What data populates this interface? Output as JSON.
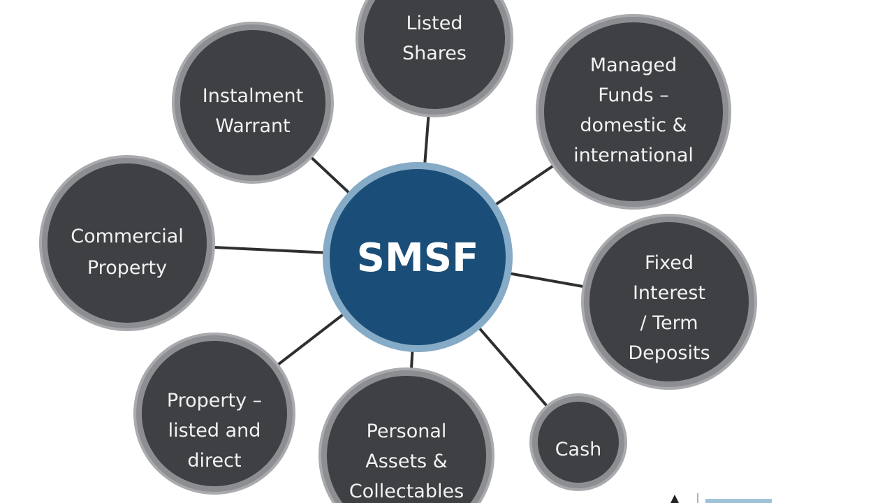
{
  "center": {
    "label": "SMSF"
  },
  "nodes": [
    {
      "id": "listed-shares",
      "lines": [
        "Listed",
        "Shares"
      ]
    },
    {
      "id": "managed-funds",
      "lines": [
        "Managed",
        "Funds –",
        "domestic &",
        "international"
      ]
    },
    {
      "id": "instalment-warrant",
      "lines": [
        "Instalment",
        "Warrant"
      ]
    },
    {
      "id": "commercial-property",
      "lines": [
        "Commercial",
        "Property"
      ]
    },
    {
      "id": "fixed-interest",
      "lines": [
        "Fixed",
        "Interest",
        "/ Term",
        "Deposits"
      ]
    },
    {
      "id": "property-listed-direct",
      "lines": [
        "Property –",
        "listed and",
        "direct"
      ]
    },
    {
      "id": "personal-assets",
      "lines": [
        "Personal",
        "Assets &",
        "Collectables"
      ]
    },
    {
      "id": "cash",
      "lines": [
        "Cash"
      ]
    }
  ],
  "colors": {
    "node_fill": "#3e4044",
    "node_ring": "#8d8e91",
    "center_fill": "#1a4e78",
    "center_ring": "#86abc6",
    "connector": "#2e2f31"
  }
}
